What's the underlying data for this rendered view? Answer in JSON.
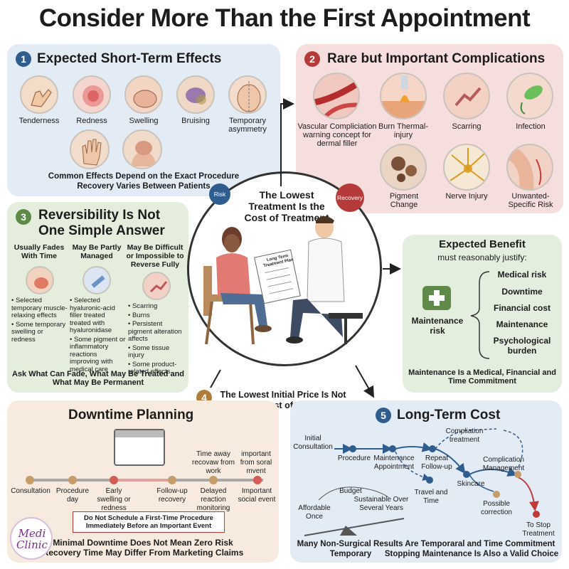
{
  "title": "Consider More Than the First Appointment",
  "section1": {
    "num": "1",
    "heading": "Expected Short-Term Effects",
    "effects": [
      "Tenderness",
      "Redness",
      "Swelling",
      "Bruising",
      "Temporary asymmetry"
    ],
    "footer1": "Common Effects Depend on the Exact Procedure",
    "footer2": "Recovery Varies Between Patients"
  },
  "section2": {
    "num": "2",
    "heading": "Rare but Important Complications",
    "items": [
      "Vascular Compliciation warning concept for dermal filler",
      "Burn Thermal-injury",
      "Scarring",
      "Infection",
      "Pigment Change",
      "Nerve Injury",
      "Unwanted-Specific Risk"
    ]
  },
  "section3": {
    "num": "3",
    "heading_line1": "Reversibility Is Not",
    "heading_line2": "One Simple Answer",
    "col1_head": "Usually Fades With Time",
    "col1_items": [
      "• Selected temporary muscle-relaxing effects",
      "• Some temporary swelling or redness"
    ],
    "col2_head": "May Be Partly Managed",
    "col2_items": [
      "• Selected hyaluronic-acid filler treated treated with hyaluronidase",
      "• Some pigment or inflammatory reactions improving with medical care"
    ],
    "col3_head": "May Be Difficult or Impossible to Reverse Fully",
    "col3_items": [
      "• Scarring",
      "• Burns",
      "• Persistent pigment alteration affects",
      "• Some tissue injury",
      "• Some product-related effects"
    ],
    "footer": "Ask What Can Fade, What May Be Treated and What May Be Permanent"
  },
  "center": {
    "risk": "Risk",
    "recovery": "Recovery",
    "caption": "The Lowest Treatment Is the Cost of Treatment",
    "plan_title": "Long Term Treatment Plan"
  },
  "benefit": {
    "heading": "Expected Benefit",
    "sub": "must reasonably justify:",
    "left_label": "Maintenance risk",
    "items": [
      "Medical risk",
      "Downtime",
      "Financial cost",
      "Maintenance",
      "Psychological burden"
    ],
    "footer": "Maintenance Is a Medical, Financial and Time Commitment"
  },
  "section4": {
    "num": "4",
    "caption": "The Lowest Initial Price Is Not the Full Cost of Treatment"
  },
  "downtime": {
    "heading": "Downtime Planning",
    "steps": [
      "Consultation",
      "Procedure day",
      "Early swelling or redness",
      "Follow-up recovery",
      "Delayed reaction monitoring",
      "Important social event"
    ],
    "upper_notes": [
      "Time away recovaw from work",
      "important from soral mvent"
    ],
    "warning": "Do Not Schedule a First-Time Procedure Immediately Before an Important Event",
    "footer1": "Minimal Downtime Does Not Mean Zero Risk",
    "footer2": "Recovery Time May Differ From Marketing Claims",
    "logo_line1": "Medi",
    "logo_line2": "Clinic"
  },
  "section5": {
    "num": "5",
    "heading": "Long-Term Cost",
    "nodes": [
      "Initial Consultation",
      "Procedure",
      "Maintenance Appointment",
      "Repeat Follow-up",
      "Compliation treatment",
      "Complication Management",
      "Skincare",
      "Travel and Time",
      "Possible correction",
      "To Stop Treatment"
    ],
    "budget": "Budget",
    "affordable": "Affordable Once",
    "sustainable": "Sustainable Over Several Years",
    "footer1": "Many Non-Surgical Results Are Temporaral and Time Commitment",
    "footer2a": "Temporary",
    "footer2b": "Stopping Maintenance Is Also a Valid Choice"
  },
  "colors": {
    "blue": "#2f5d8e",
    "red": "#b53a3a",
    "green": "#5c8a47",
    "tan": "#b07c3a"
  }
}
